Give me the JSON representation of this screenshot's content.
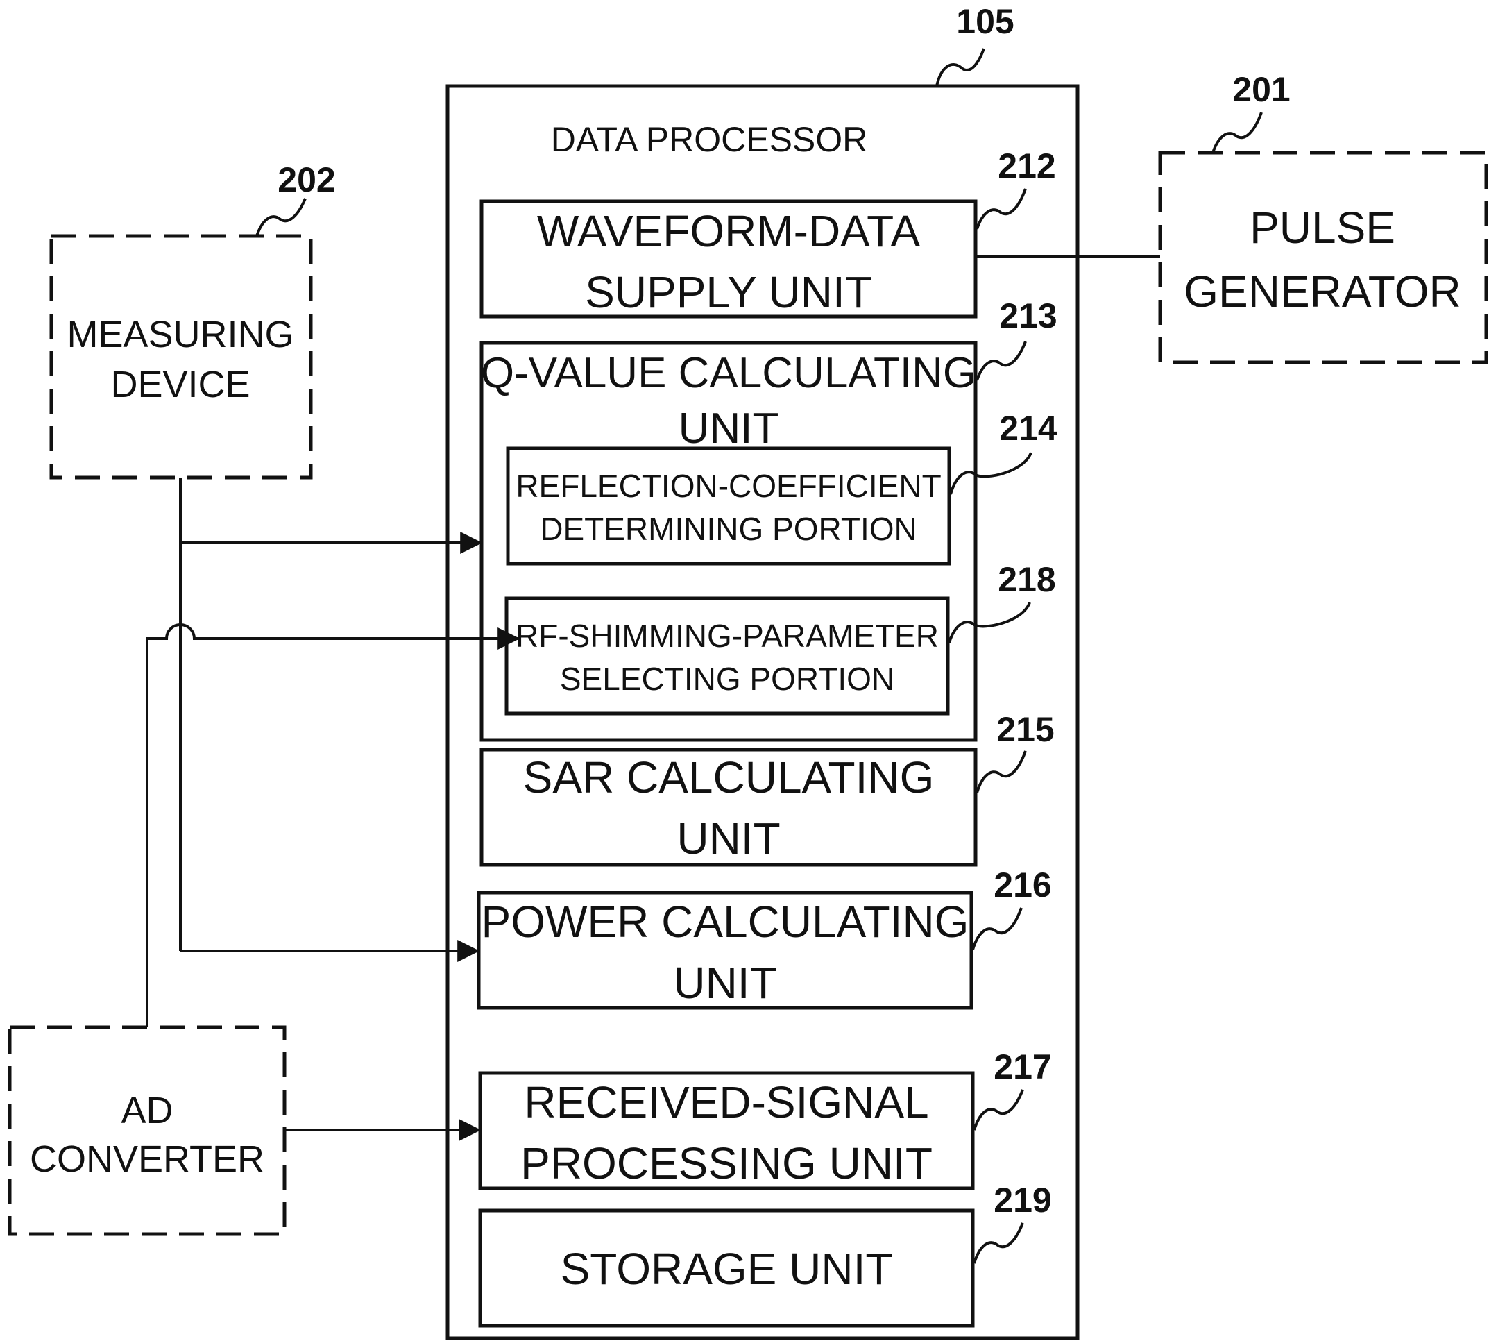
{
  "diagram": {
    "data_processor": {
      "ref": "105",
      "title": "DATA PROCESSOR"
    },
    "pulse_generator": {
      "ref": "201",
      "line1": "PULSE",
      "line2": "GENERATOR"
    },
    "measuring_device": {
      "ref": "202",
      "line1": "MEASURING",
      "line2": "DEVICE"
    },
    "ad_converter": {
      "line1": "AD",
      "line2": "CONVERTER"
    },
    "waveform_unit": {
      "ref": "212",
      "line1": "WAVEFORM-DATA",
      "line2": "SUPPLY UNIT"
    },
    "q_value_unit": {
      "ref": "213",
      "line1": "Q-VALUE CALCULATING",
      "line2": "UNIT"
    },
    "reflection_portion": {
      "ref": "214",
      "line1": "REFLECTION-COEFFICIENT",
      "line2": "DETERMINING PORTION"
    },
    "rf_shimming_portion": {
      "ref": "218",
      "line1": "RF-SHIMMING-PARAMETER",
      "line2": "SELECTING PORTION"
    },
    "sar_unit": {
      "ref": "215",
      "line1": "SAR CALCULATING",
      "line2": "UNIT"
    },
    "power_unit": {
      "ref": "216",
      "line1": "POWER CALCULATING",
      "line2": "UNIT"
    },
    "received_signal_unit": {
      "ref": "217",
      "line1": "RECEIVED-SIGNAL",
      "line2": "PROCESSING UNIT"
    },
    "storage_unit": {
      "ref": "219",
      "line1": "STORAGE UNIT"
    }
  }
}
